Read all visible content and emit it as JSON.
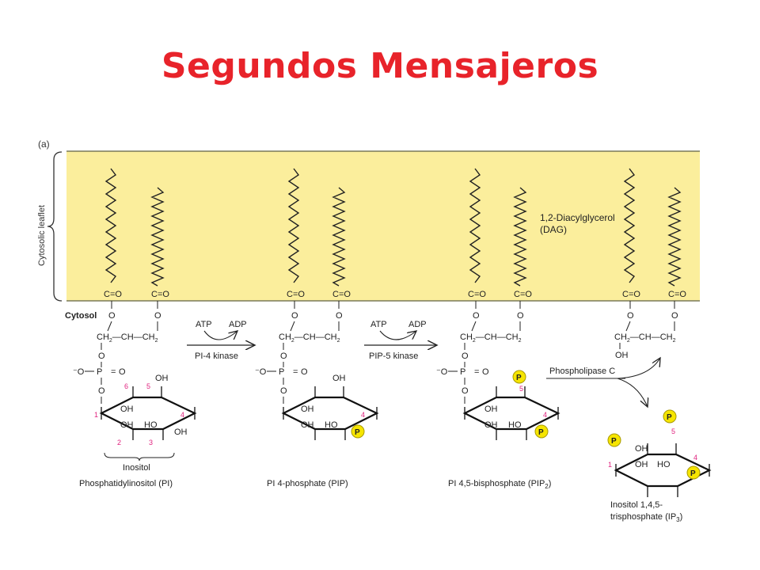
{
  "title": "Segundos Mensajeros",
  "colors": {
    "title": "#e8232a",
    "membrane": "#fbee9c",
    "membrane_border": "#7a7a5a",
    "phosphate": "#f6e500",
    "carbon_number": "#e0237f"
  },
  "diagram": {
    "panel_label": "(a)",
    "leaflet_label": "Cytosolic leaflet",
    "cytosol_label": "Cytosol",
    "dag_label_1": "1,2-Diacylglycerol",
    "dag_label_2": "(DAG)",
    "co": "C=O",
    "o": "O",
    "ch2": "CH",
    "ch": "CH",
    "sub2": "2",
    "oh": "OH",
    "ho": "HO",
    "phosphate_oxy": "⁻O",
    "p": "P",
    "reaction1": {
      "atp": "ATP",
      "adp": "ADP",
      "enzyme": "PI-4 kinase"
    },
    "reaction2": {
      "atp": "ATP",
      "adp": "ADP",
      "enzyme": "PIP-5 kinase"
    },
    "reaction3": {
      "enzyme": "Phospholipase C"
    },
    "inositol_label": "Inositol",
    "numbers": [
      "1",
      "2",
      "3",
      "4",
      "5",
      "6"
    ],
    "compounds": {
      "pi": "Phosphatidylinositol (PI)",
      "pip": "PI 4-phosphate (PIP)",
      "pip2_main": "PI 4,5-bisphosphate (PIP",
      "pip2_sub": "2",
      "pip2_close": ")",
      "ip3_line1": "Inositol 1,4,5-",
      "ip3_line2_main": "trisphosphate (IP",
      "ip3_sub": "3",
      "ip3_close": ")"
    }
  }
}
